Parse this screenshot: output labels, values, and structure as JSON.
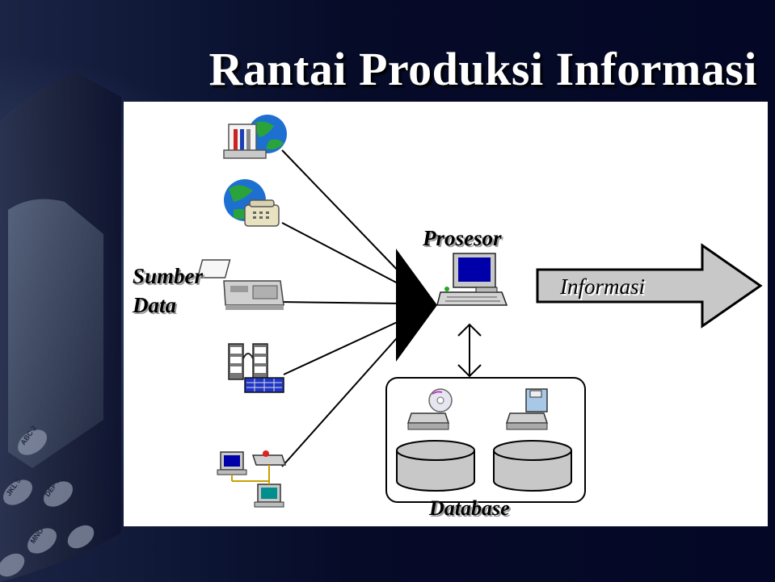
{
  "slide": {
    "title": "Rantai Produksi Informasi"
  },
  "diagram": {
    "source_label_line1": "Sumber",
    "source_label_line2": "Data",
    "processor_label": "Prosesor",
    "output_label": "Informasi",
    "database_label": "Database",
    "source_icons": [
      "building-globe-icon",
      "globe-telephone-icon",
      "fax-machine-icon",
      "film-keyboard-icon",
      "network-computers-icon"
    ],
    "database_icons": [
      "cd-drive-icon",
      "floppy-drive-icon",
      "disk-cylinder-icon",
      "disk-cylinder-icon"
    ]
  },
  "colors": {
    "background": "#060b28",
    "title": "#ffffff",
    "panel": "#ffffff",
    "arrow_fill": "#c8c8c8",
    "screen": "#0000aa"
  }
}
